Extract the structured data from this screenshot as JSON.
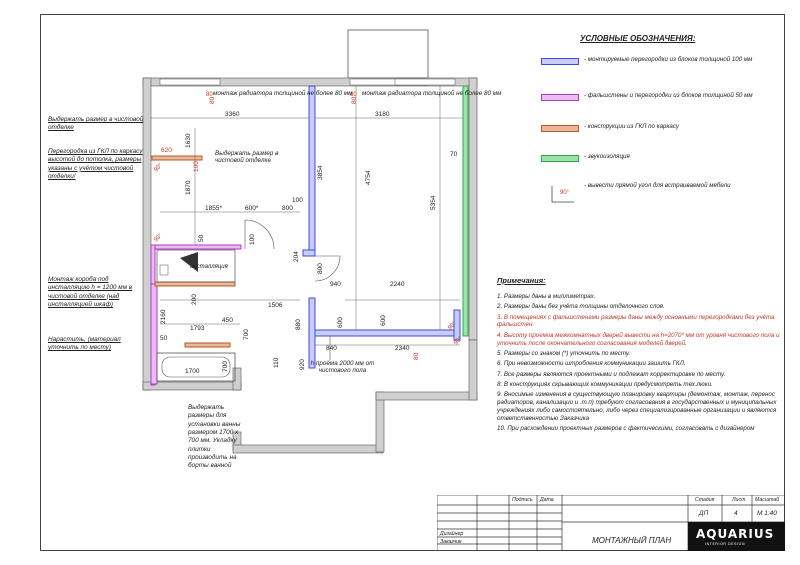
{
  "legend": {
    "title": "УСЛОВНЫЕ ОБОЗНАЧЕНИЯ:",
    "items": [
      {
        "text": "- монтируемые перегородки из блоков толщиной 100 мм",
        "color": "#3d4bd6",
        "fill": "#c9ccf7"
      },
      {
        "text": "- фальшстены и перегородки из блоков толщиной 50 мм",
        "color": "#b03cc9",
        "fill": "#e9bdf2"
      },
      {
        "text": "- конструкции из ГКЛ по каркасу",
        "color": "#b5582a",
        "fill": "#e9b898"
      },
      {
        "text": "- звукоизоляция",
        "color": "#2ea84b",
        "fill": "#9be3a8"
      },
      {
        "text": "- вывести прямой угол для встраиваемой мебели",
        "color": "#d0342c",
        "fill": ""
      }
    ],
    "angle_label": "90°"
  },
  "notes": {
    "title": "Примечания:",
    "items": [
      {
        "text": "1. Размеры даны в миллиметрах.",
        "red": false
      },
      {
        "text": "2. Размеры даны без учёта толщины отделочного слоя.",
        "red": false
      },
      {
        "text": "3. В помещениях с фальшстенами размеры даны между основными перегородками без учёта фальшстен.",
        "red": true
      },
      {
        "text": "4. Высоту проемов межкомнатных дверей вывести на h=2070* мм от уровня чистового пола и уточнить после окончательного согласования моделей дверей.",
        "red": true
      },
      {
        "text": "5. Размеры со знаком (*) уточнить по месту.",
        "red": false
      },
      {
        "text": "6. При невозможности штробления коммуникации зашить ГКЛ.",
        "red": false
      },
      {
        "text": "7. Все размеры являются проектными и подлежат корректировке по месту.",
        "red": false
      },
      {
        "text": "8. В конструкциях скрывающих коммуникации предусмотреть тех.люки.",
        "red": false
      },
      {
        "text": "9. Вносимые изменения в существующую планировку квартиры (демонтаж, монтаж, перенос радиаторов, канализации и .т.п) требуют согласования в государственных и муниципальных учреждениях либо самостоятельно, либо через специализированные организации и являются ответственностью Заказчика",
        "red": false
      },
      {
        "text": "10. При расхождении проектных размеров с фактическими, согласовать с дизайнером",
        "red": false
      }
    ]
  },
  "left_notes": [
    {
      "text": "Выдержать размер в чистовой отделке"
    },
    {
      "text": "Перегородка из ГКЛ по каркасу высотой до потолка, размеры указаны с учётом чистовой отделки!"
    },
    {
      "text": "Монтаж короба под инсталляцию h = 1200 мм в чистовой отделке (над инсталляцией шкаф)"
    },
    {
      "text": "Нарастить, (материал уточнить по месту)"
    }
  ],
  "bath_note": "Выдержать размеры для установки ванны размером 1700 х 700 мм. Укладку плитки производить на борты ванной",
  "plan_labels": {
    "radiator_left": "монтаж радиатора толщиной не более 80 мм",
    "radiator_right": "монтаж радиатора толщиной не более 80 мм",
    "keep_size": "Выдержать размер в чистовой отделке",
    "installation": "инсталляция",
    "opening": "h проёма 2000 мм от чистового пола"
  },
  "dims": {
    "d3360": "3360",
    "d3180": "3180",
    "d1630": "1630",
    "d1870": "1870",
    "d620": "620",
    "d100a": "100",
    "d80a": "80",
    "d80b": "80",
    "d1855": "1855*",
    "d600s": "600*",
    "d800": "800",
    "d100b": "100",
    "d3854": "3854",
    "d4754": "4754",
    "d5354": "5354",
    "d70": "70",
    "d50a": "50",
    "d100c": "100",
    "d204": "204",
    "d800b": "800",
    "d940": "940",
    "d2240": "2240",
    "d1506": "1506",
    "d200": "200",
    "d450": "450",
    "d2160": "2160",
    "d1793": "1793",
    "d700a": "700",
    "d880": "880",
    "d600a": "600",
    "d600b": "600",
    "d50b": "50",
    "d840": "840",
    "d2340": "2340",
    "d80c": "80",
    "d1700": "1700",
    "d700b": "700",
    "d110": "110",
    "d920": "920",
    "d90a": "90°",
    "d90b": "90°",
    "d90c": "90°",
    "d90d": "90°",
    "d80d": "80",
    "d80e": "80"
  },
  "stamp": {
    "podpis": "Подпись",
    "data": "Дата",
    "designer": "Дизайнер",
    "customer": "Заказчик",
    "title": "МОНТАЖНЫЙ ПЛАН",
    "stage_label": "Стадия",
    "sheet_label": "Лист",
    "scale_label": "Масштаб",
    "stage": "ДП",
    "sheet": "4",
    "scale": "М 1:40"
  },
  "logo": {
    "main": "AQUARIUS",
    "sub": "INTERIOR DESIGN"
  }
}
